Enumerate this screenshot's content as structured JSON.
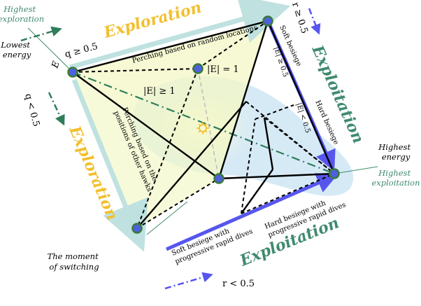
{
  "corner_labels": {
    "highest_exploration": [
      "Highest",
      "exploration"
    ],
    "lowest_energy": [
      "Lowest",
      "energy"
    ],
    "highest_energy": [
      "Highest",
      "energy"
    ],
    "highest_exploitation": [
      "Highest",
      "exploitation"
    ],
    "moment_of_switching": [
      "The moment",
      "of switching"
    ]
  },
  "phase_labels": {
    "exploration_top": "Exploration",
    "exploration_left": "Exploration",
    "exploitation_right": "Exploitation",
    "exploitation_bottom": "Exploitation"
  },
  "strategy_labels": {
    "perching_random": "Perching based on random locations",
    "perching_others": [
      "Perching based on the",
      "positions of other hawks"
    ],
    "soft_besiege": "Soft besiege",
    "hard_besiege": "Hard besiege",
    "soft_besiege_dives": [
      "Soft besiege with",
      "progressive rapid dives"
    ],
    "hard_besiege_dives": [
      "Hard besiege with",
      "progressive rapid dives"
    ]
  },
  "conditions": {
    "q_ge": "q ≥ 0.5",
    "q_lt": "q < 0.5",
    "r_ge": "r ≥ 0.5",
    "r_lt": "r < 0.5",
    "E_eq_1": "|E| = 1",
    "E_ge_1": "|E| ≥ 1",
    "E_ge_05": "|E| ≥ 0.5",
    "E_lt_05": "|E| < 0.5",
    "E_corner": "E"
  },
  "colors": {
    "exploration_text": "#f2bf2c",
    "exploitation_text": "#3f8a6e",
    "arrow_light": "#bfe2e0",
    "arrow_blue": "#5656ee",
    "dashdot": "#2e7d5b",
    "node_fill": "#4f5fe0",
    "node_stroke": "#3a7a3a",
    "label_green": "#3f8a6e",
    "tri_fill": "#f3f7c4",
    "ellipse_fill": "#cfe6f4"
  }
}
